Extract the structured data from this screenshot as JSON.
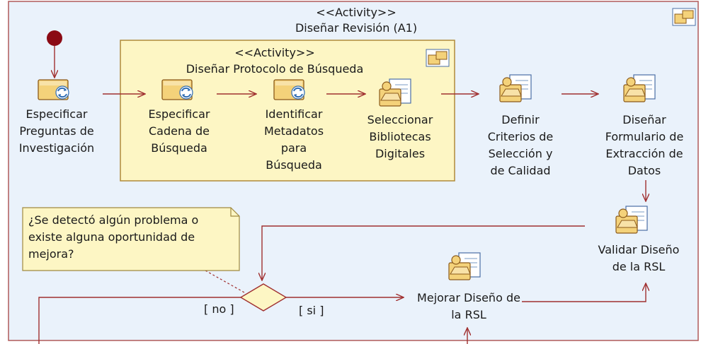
{
  "outer_activity": {
    "stereotype": "<<Activity>>",
    "name": "Diseñar Revisión (A1)"
  },
  "inner_activity": {
    "stereotype": "<<Activity>>",
    "name": "Diseñar Protocolo de Búsqueda"
  },
  "actions": {
    "especificar_preguntas": [
      "Especificar",
      "Preguntas de",
      "Investigación"
    ],
    "especificar_cadena": [
      "Especificar",
      "Cadena de",
      "Búsqueda"
    ],
    "identificar_metadatos": [
      "Identificar",
      "Metadatos",
      "para",
      "Búsqueda"
    ],
    "seleccionar_bibliotecas": [
      "Seleccionar",
      "Bibliotecas",
      "Digitales"
    ],
    "definir_criterios": [
      "Definir",
      "Criterios de",
      "Selección y",
      "de Calidad"
    ],
    "disenar_formulario": [
      "Diseñar",
      "Formulario de",
      "Extracción de",
      "Datos"
    ],
    "validar_diseno": [
      "Validar Diseño",
      "de la RSL"
    ],
    "mejorar_diseno": [
      "Mejorar Diseño de",
      "la RSL"
    ]
  },
  "note": [
    "¿Se detectó algún problema o",
    "existe alguna oportunidad de",
    "mejora?"
  ],
  "guards": {
    "no": "[ no ]",
    "si": "[ si ]"
  },
  "colors": {
    "frame_bg": "#eaf2fb",
    "frame_border": "#b05a5a",
    "inner_bg": "#fdf6c4",
    "inner_border": "#b08a3a",
    "flow": "#a03030",
    "initial": "#8b0a14"
  }
}
